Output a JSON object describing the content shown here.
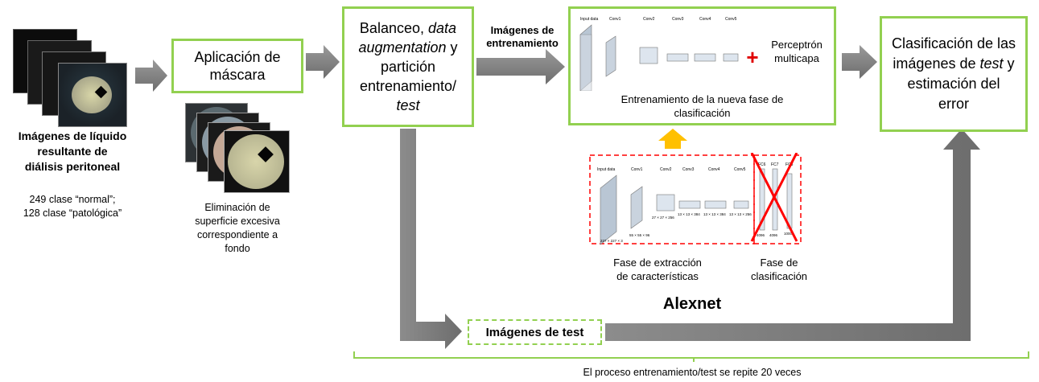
{
  "input": {
    "title_lines": [
      "Imágenes de líquido",
      "resultante de",
      "diálisis peritoneal"
    ],
    "stats_lines": [
      "249 clase “normal”;",
      "128 clase “patológica”"
    ]
  },
  "mask": {
    "box_lines": [
      "Aplicación de",
      "máscara"
    ],
    "caption_lines": [
      "Eliminación de",
      "superficie excesiva",
      "correspondiente a",
      "fondo"
    ]
  },
  "balance": {
    "line1": "Balanceo,",
    "line2": "data",
    "line3a": "augmentation",
    "line3b": "y",
    "line4": "partición",
    "line5": "entrenamiento/",
    "line6": "test"
  },
  "train_arrow_label_lines": [
    "Imágenes de",
    "entrenamiento"
  ],
  "training": {
    "mlp_plus": "+",
    "mlp_lines": [
      "Perceptrón",
      "multicapa"
    ],
    "caption_lines": [
      "Entrenamiento de la nueva fase de",
      "clasificación"
    ]
  },
  "classification": {
    "line1": "Clasificación de las",
    "line2a": "imágenes de",
    "line2b": "test",
    "line2c": "y",
    "line3": "estimación del",
    "line4": "error"
  },
  "alexnet": {
    "name": "Alexnet",
    "extraction_lines": [
      "Fase de extracción",
      "de características"
    ],
    "classification_lines": [
      "Fase de",
      "clasificación"
    ],
    "layer_labels": [
      "Input data",
      "Conv1",
      "Conv2",
      "Conv3",
      "Conv4",
      "Conv5",
      "FC6",
      "FC7",
      "FC8"
    ],
    "dim_labels": [
      "227 × 227 × 3",
      "55 × 55 × 96",
      "27 × 27 × 256",
      "13 × 13 × 384",
      "13 × 13 × 384",
      "13 × 13 × 256",
      "4096",
      "4096",
      "1000"
    ]
  },
  "test_images_label": "Imágenes de test",
  "repeat_note": "El proceso entrenamiento/test se repite 20 veces",
  "colors": {
    "accent_green": "#92d050",
    "arrow_gray": "#7f7f7f",
    "dashed_red": "#ff0000",
    "up_arrow_orange": "#ffc000"
  }
}
